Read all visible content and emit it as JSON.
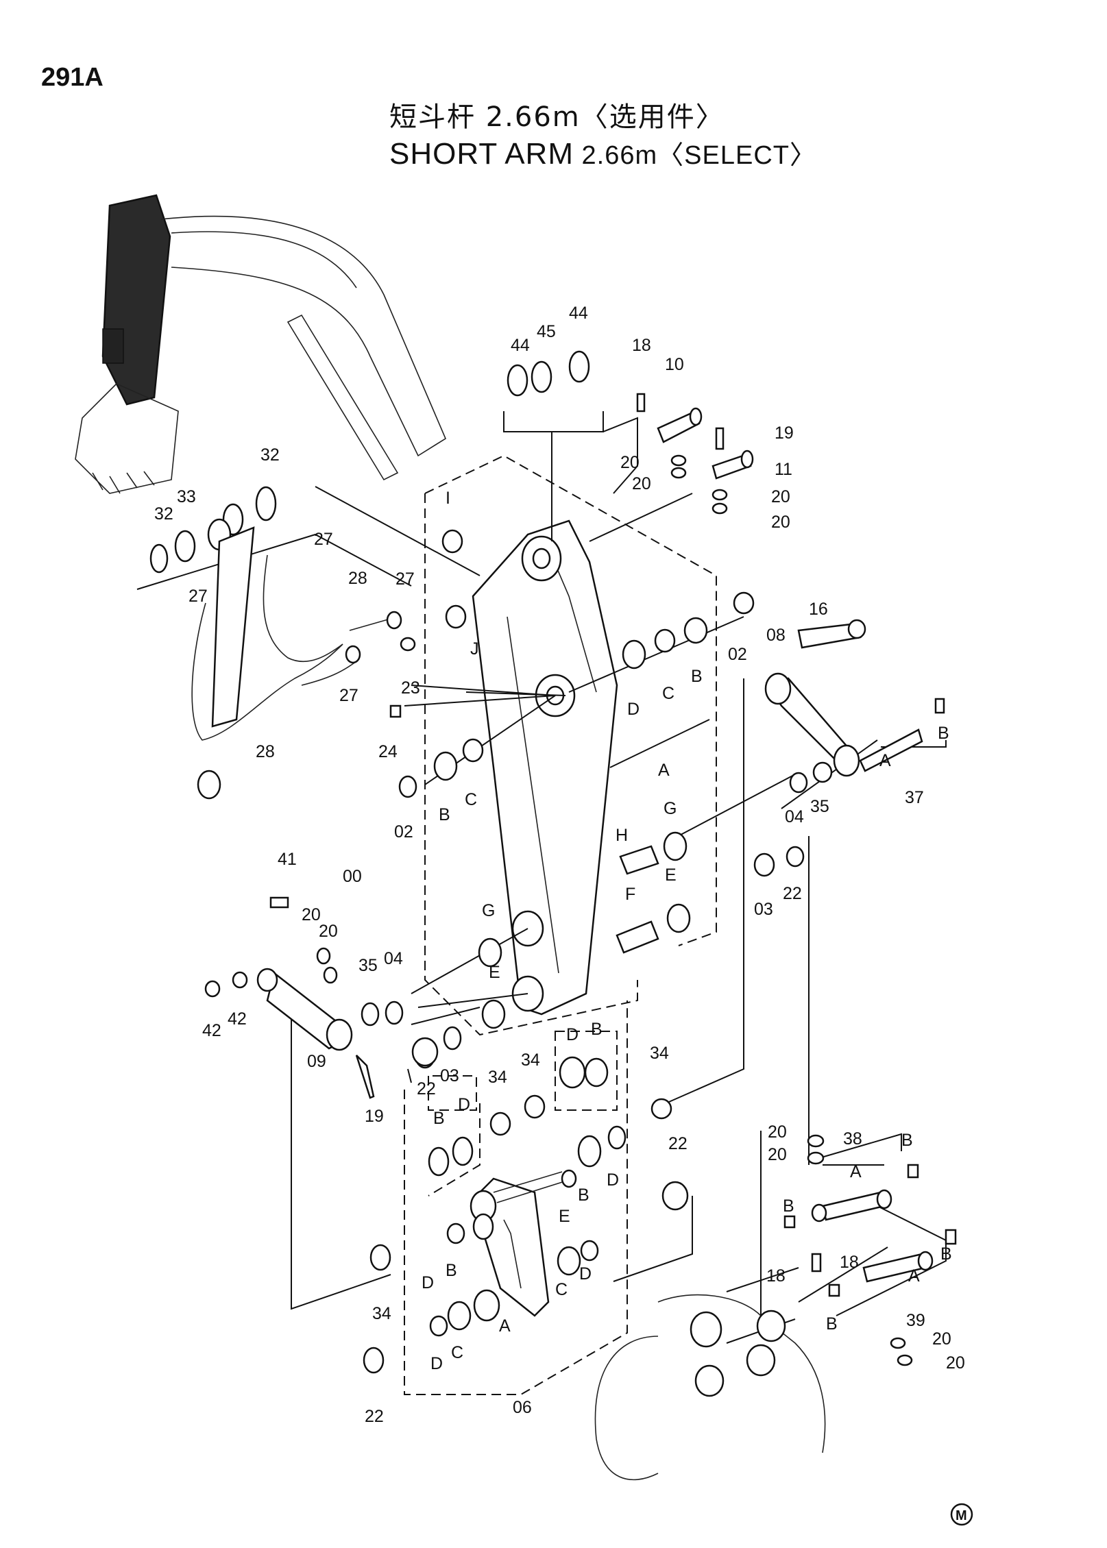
{
  "page_code": "291A",
  "title_cn": "短斗杆 2.66m〈选用件〉",
  "title_en_main": "SHORT  ARM",
  "title_en_sub": " 2.66m〈SELECT〉",
  "mark": "M",
  "labels": {
    "l44a": "44",
    "l45": "45",
    "l44b": "44",
    "l18a": "18",
    "l10": "10",
    "l19a": "19",
    "l11": "11",
    "l20a": "20",
    "l20b": "20",
    "l20c": "20",
    "l20d": "20",
    "l32a": "32",
    "l33": "33",
    "l32b": "32",
    "l27a": "27",
    "l27b": "27",
    "l28a": "28",
    "l27c": "27",
    "lI": "I",
    "lJ": "J",
    "l23": "23",
    "l27d": "27",
    "l24": "24",
    "l28b": "28",
    "l02a": "02",
    "lDa": "D",
    "lCa": "C",
    "lBa": "B",
    "l16": "16",
    "l08": "08",
    "lBb": "B",
    "lAa": "A",
    "l37": "37",
    "lAb": "A",
    "l02b": "02",
    "lBc": "B",
    "lCb": "C",
    "lG1": "G",
    "l04a": "04",
    "l35a": "35",
    "lH": "H",
    "lE1": "E",
    "lF": "F",
    "l03a": "03",
    "l22a": "22",
    "l00": "00",
    "lG2": "G",
    "l41": "41",
    "l20e": "20",
    "l20f": "20",
    "l35b": "35",
    "l04b": "04",
    "lE2": "E",
    "l42a": "42",
    "l42b": "42",
    "l09": "09",
    "l22b": "22",
    "l03b": "03",
    "l19b": "19",
    "l34a": "34",
    "l34b": "34",
    "l34c": "34",
    "lDb": "D",
    "lBd": "B",
    "lBe": "B",
    "lDc": "D",
    "lDd": "D",
    "lBf": "B",
    "lEc": "E",
    "l22c": "22",
    "l20g": "20",
    "l20h": "20",
    "l38": "38",
    "lBg": "B",
    "lAc": "A",
    "lBh": "B",
    "l18b": "18",
    "l18c": "18",
    "lBi": "B",
    "lAd": "A",
    "lBj": "B",
    "l39": "39",
    "l20i": "20",
    "l20j": "20",
    "lDe": "D",
    "lBk": "B",
    "lCc": "C",
    "lDf": "D",
    "lAe": "A",
    "l34d": "34",
    "lDg": "D",
    "lCd": "C",
    "l06": "06",
    "l22d": "22"
  },
  "colors": {
    "ink": "#111111",
    "paper": "#ffffff"
  }
}
